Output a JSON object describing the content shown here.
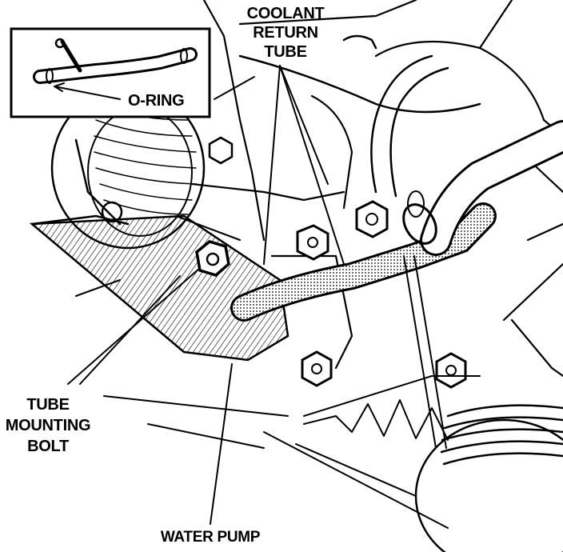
{
  "labels": {
    "coolant_line1": "COOLANT",
    "coolant_line2": "RETURN",
    "coolant_line3": "TUBE",
    "oring": "O-RING",
    "tube_line1": "TUBE",
    "tube_line2": "MOUNTING",
    "tube_line3": "BOLT",
    "water_pump": "WATER PUMP"
  },
  "colors": {
    "ink": "#000000",
    "paper": "#ffffff"
  }
}
